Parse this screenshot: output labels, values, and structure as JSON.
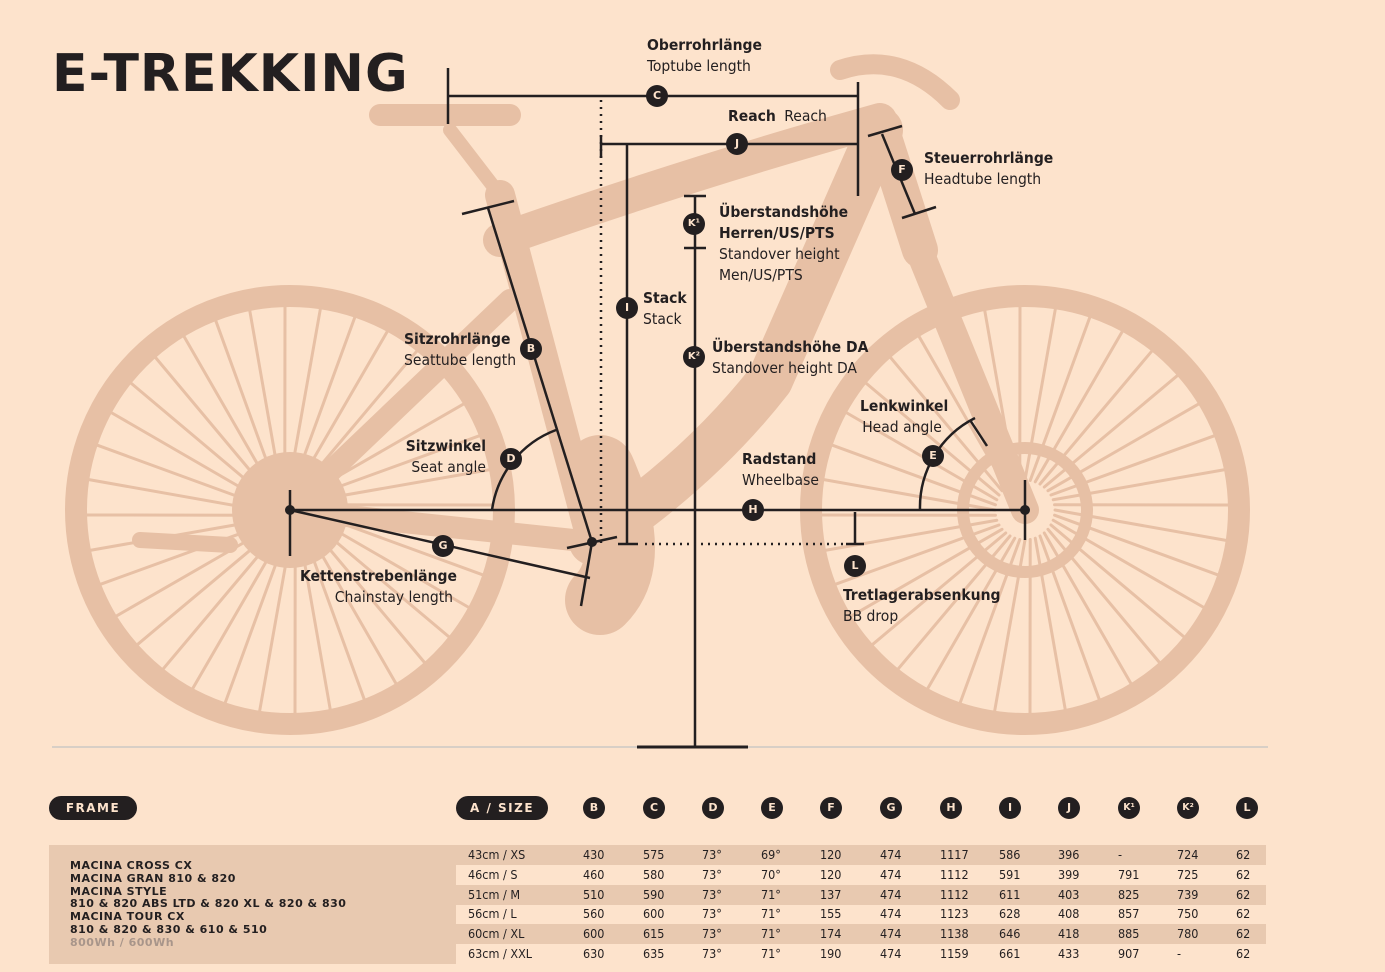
{
  "title": "E-TREKKING",
  "labels": {
    "C": {
      "de": "Oberrohrlänge",
      "en": "Toptube length"
    },
    "J": {
      "de": "Reach",
      "en": "Reach"
    },
    "F": {
      "de": "Steuerrohrlänge",
      "en": "Headtube length"
    },
    "K1": {
      "de1": "Überstandshöhe",
      "de2": "Herren/US/PTS",
      "en1": "Standover height",
      "en2": "Men/US/PTS"
    },
    "I": {
      "de": "Stack",
      "en": "Stack"
    },
    "K2": {
      "de": "Überstandshöhe DA",
      "en": "Standover height DA"
    },
    "B": {
      "de": "Sitzrohrlänge",
      "en": "Seattube length"
    },
    "D": {
      "de": "Sitzwinkel",
      "en": "Seat angle"
    },
    "E": {
      "de": "Lenkwinkel",
      "en": "Head angle"
    },
    "H": {
      "de": "Radstand",
      "en": "Wheelbase"
    },
    "G": {
      "de": "Kettenstrebenlänge",
      "en": "Chainstay length"
    },
    "L": {
      "de": "Tretlagerabsenkung",
      "en": "BB drop"
    }
  },
  "badges": {
    "B": "B",
    "C": "C",
    "D": "D",
    "E": "E",
    "F": "F",
    "G": "G",
    "H": "H",
    "I": "I",
    "J": "J",
    "K1": "K¹",
    "K2": "K²",
    "L": "L"
  },
  "table": {
    "frame_label": "FRAME",
    "size_label": "A / SIZE",
    "headers": [
      "B",
      "C",
      "D",
      "E",
      "F",
      "G",
      "H",
      "I",
      "J",
      "K¹",
      "K²",
      "L"
    ],
    "models": [
      "MACINA CROSS CX",
      "MACINA GRAN 810 & 820",
      "MACINA STYLE",
      "810 & 820 ABS LTD & 820 XL & 820 & 830",
      "MACINA TOUR CX",
      "810 & 820 & 830 & 610 & 510"
    ],
    "model_sub": "800Wh / 600Wh",
    "rows": [
      [
        "43cm / XS",
        "430",
        "575",
        "73°",
        "69°",
        "120",
        "474",
        "1117",
        "586",
        "396",
        "-",
        "724",
        "62"
      ],
      [
        "46cm / S",
        "460",
        "580",
        "73°",
        "70°",
        "120",
        "474",
        "1112",
        "591",
        "399",
        "791",
        "725",
        "62"
      ],
      [
        "51cm / M",
        "510",
        "590",
        "73°",
        "71°",
        "137",
        "474",
        "1112",
        "611",
        "403",
        "825",
        "739",
        "62"
      ],
      [
        "56cm / L",
        "560",
        "600",
        "73°",
        "71°",
        "155",
        "474",
        "1123",
        "628",
        "408",
        "857",
        "750",
        "62"
      ],
      [
        "60cm / XL",
        "600",
        "615",
        "73°",
        "71°",
        "174",
        "474",
        "1138",
        "646",
        "418",
        "885",
        "780",
        "62"
      ],
      [
        "63cm / XXL",
        "630",
        "635",
        "73°",
        "71°",
        "190",
        "474",
        "1159",
        "661",
        "433",
        "907",
        "-",
        "62"
      ]
    ]
  }
}
